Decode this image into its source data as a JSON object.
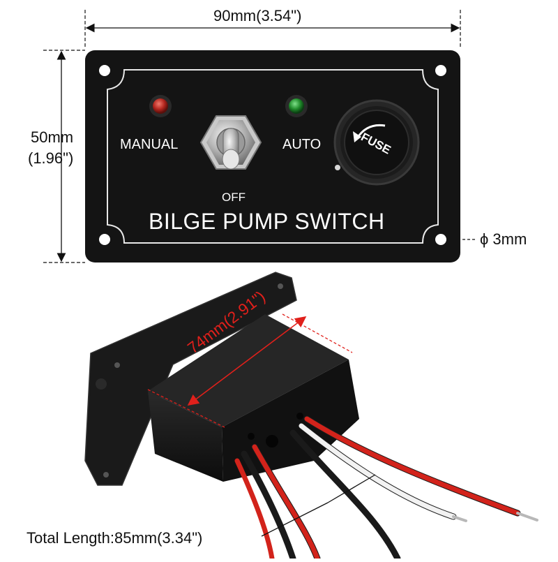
{
  "dimensions": {
    "width_label": "90mm(3.54\")",
    "height_label_mm": "50mm",
    "height_label_in": "(1.96\")",
    "hole_label": "ϕ 3mm",
    "depth_label": "74mm(2.91\")",
    "total_length_label": "Total Length:85mm(3.34\")"
  },
  "panel": {
    "title": "BILGE PUMP SWITCH",
    "manual_label": "MANUAL",
    "auto_label": "AUTO",
    "off_label": "OFF",
    "fuse_label": "FUSE"
  },
  "colors": {
    "panel": "#141414",
    "led_manual": "#b3261e",
    "led_auto": "#1f8a2a",
    "dimension_red": "#e0201b",
    "wire_red": "#d2231b",
    "wire_white": "#f2f2f2",
    "wire_black": "#1a1a1a"
  },
  "icons": [
    "mounting-hole-icon",
    "toggle-switch-icon",
    "fuse-holder-icon",
    "led-indicator-icon",
    "arrow-icon"
  ]
}
